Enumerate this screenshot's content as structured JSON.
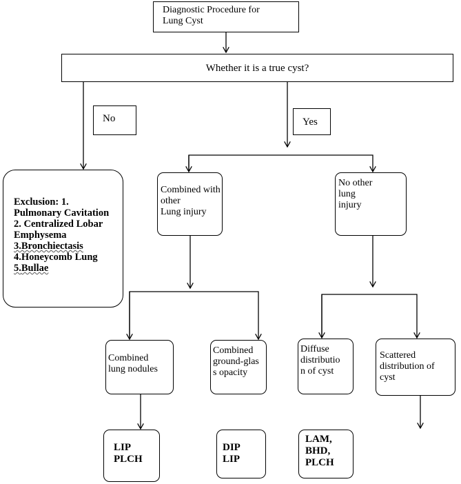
{
  "title": {
    "line1": "Diagnostic Procedure for",
    "line2": "Lung Cyst"
  },
  "question": "Whether it is a true cyst?",
  "no_label": "No",
  "yes_label": "Yes",
  "exclusion": {
    "lines": [
      "Exclusion: 1.",
      "Pulmonary Cavitation",
      "2. Centralized Lobar",
      "Emphysema",
      "3.Bronchiectasis",
      "4.Honeycomb Lung"
    ],
    "last_prefix": "5.",
    "last_word": "Bullae"
  },
  "combined_injury": [
    "Combined with",
    "other",
    "Lung injury"
  ],
  "no_other_injury": [
    "No other",
    "lung",
    "injury"
  ],
  "nodules": [
    "Combined",
    "lung nodules"
  ],
  "ggo": [
    "Combined",
    "ground-glas",
    "s opacity"
  ],
  "diffuse": [
    "Diffuse",
    "distributio",
    "n of cyst"
  ],
  "scattered": [
    "Scattered",
    "distribution of",
    "cyst"
  ],
  "result_nodules": [
    "LIP",
    "PLCH"
  ],
  "result_ggo": [
    "DIP",
    "LIP"
  ],
  "result_diffuse": [
    "LAM,",
    "BHD,",
    "PLCH"
  ]
}
